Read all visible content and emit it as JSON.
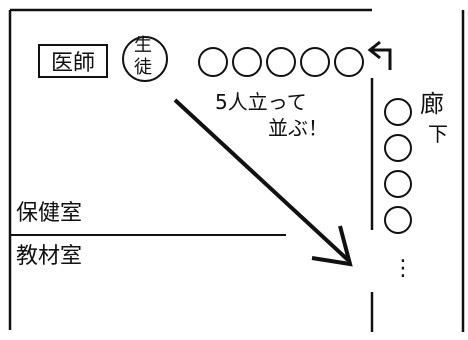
{
  "labels": {
    "doctor": "医師",
    "student_line1": "生",
    "student_line2": "徒",
    "note_line1": "5人立って",
    "note_line2": "並ぶ！",
    "corridor_1": "廊",
    "corridor_2": "下",
    "room_health": "保健室",
    "room_materials": "教材室",
    "continuation": "⋮"
  },
  "figure": {
    "top_row_count": 5,
    "corridor_column_count": 4
  }
}
